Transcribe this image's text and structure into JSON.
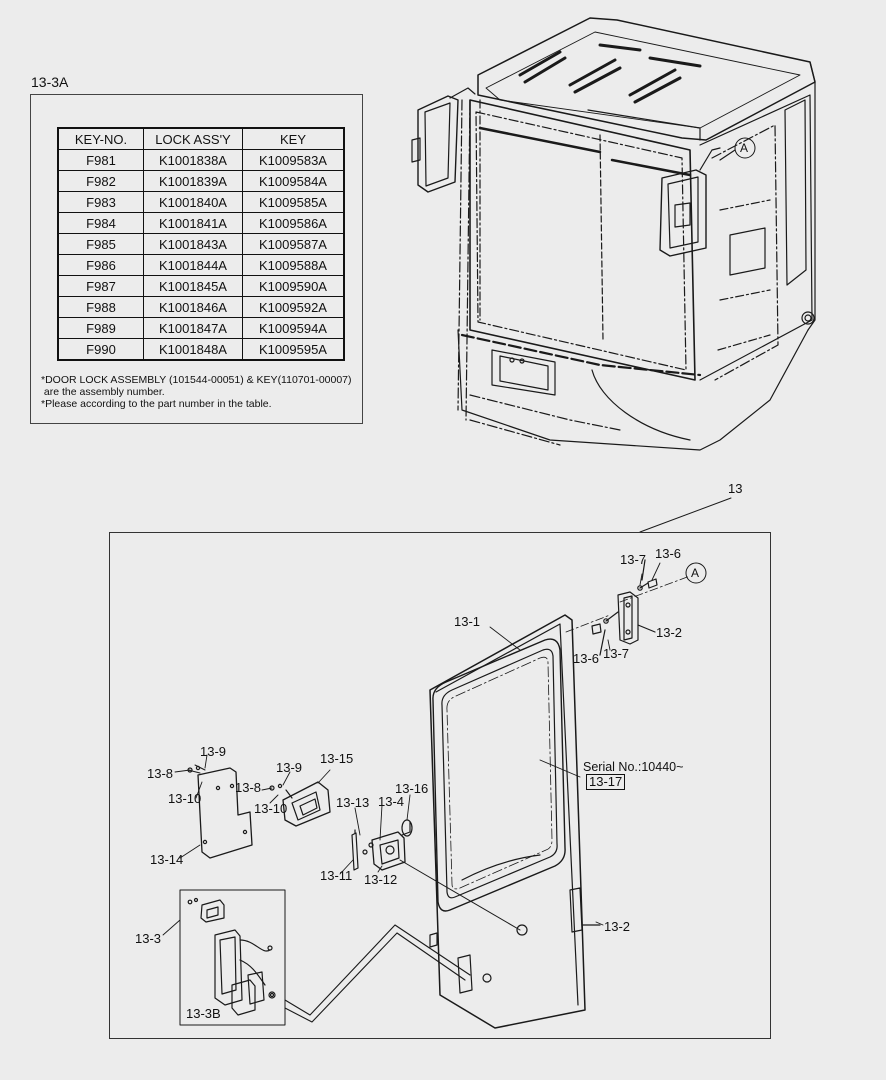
{
  "inset": {
    "title": "13-3A",
    "table": {
      "headers": [
        "KEY-NO.",
        "LOCK ASS'Y",
        "KEY"
      ],
      "rows": [
        [
          "F981",
          "K1001838A",
          "K1009583A"
        ],
        [
          "F982",
          "K1001839A",
          "K1009584A"
        ],
        [
          "F983",
          "K1001840A",
          "K1009585A"
        ],
        [
          "F984",
          "K1001841A",
          "K1009586A"
        ],
        [
          "F985",
          "K1001843A",
          "K1009587A"
        ],
        [
          "F986",
          "K1001844A",
          "K1009588A"
        ],
        [
          "F987",
          "K1001845A",
          "K1009590A"
        ],
        [
          "F988",
          "K1001846A",
          "K1009592A"
        ],
        [
          "F989",
          "K1001847A",
          "K1009594A"
        ],
        [
          "F990",
          "K1001848A",
          "K1009595A"
        ]
      ]
    },
    "notes": [
      "*DOOR LOCK ASSEMBLY (101544-00051) & KEY(110701-00007)",
      " are the assembly number.",
      "*Please according to the part number in the table."
    ]
  },
  "callouts": {
    "a_top": "A",
    "a_detail": "A",
    "p13": "13",
    "p13_1": "13-1",
    "p13_2_top": "13-2",
    "p13_2_bottom": "13-2",
    "p13_3": "13-3",
    "p13_3b": "13-3B",
    "p13_4": "13-4",
    "p13_6_top": "13-6",
    "p13_6_mid": "13-6",
    "p13_7_top": "13-7",
    "p13_7_mid": "13-7",
    "p13_8_left": "13-8",
    "p13_8_mid": "13-8",
    "p13_9_left": "13-9",
    "p13_9_mid": "13-9",
    "p13_10_left": "13-10",
    "p13_10_mid": "13-10",
    "p13_11": "13-11",
    "p13_12": "13-12",
    "p13_13": "13-13",
    "p13_14": "13-14",
    "p13_15": "13-15",
    "p13_16": "13-16",
    "p13_17": "13-17",
    "serial": "Serial No.:10440~"
  }
}
